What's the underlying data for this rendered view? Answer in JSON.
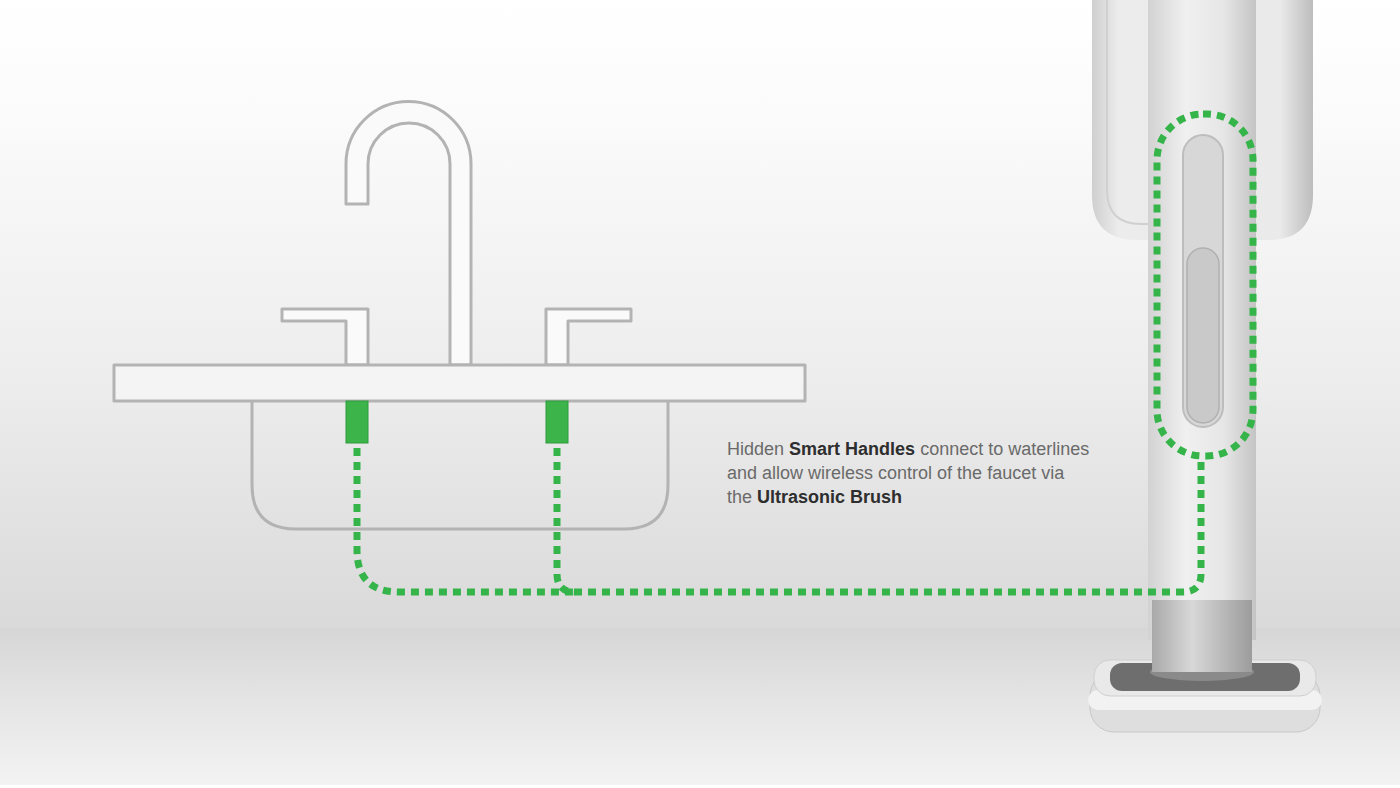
{
  "diagram": {
    "labels": [
      "Hidden",
      "Smart Handles",
      "connect to waterlines and allow wireless control of the faucet via the",
      "Ultrasonic Brush"
    ]
  }
}
